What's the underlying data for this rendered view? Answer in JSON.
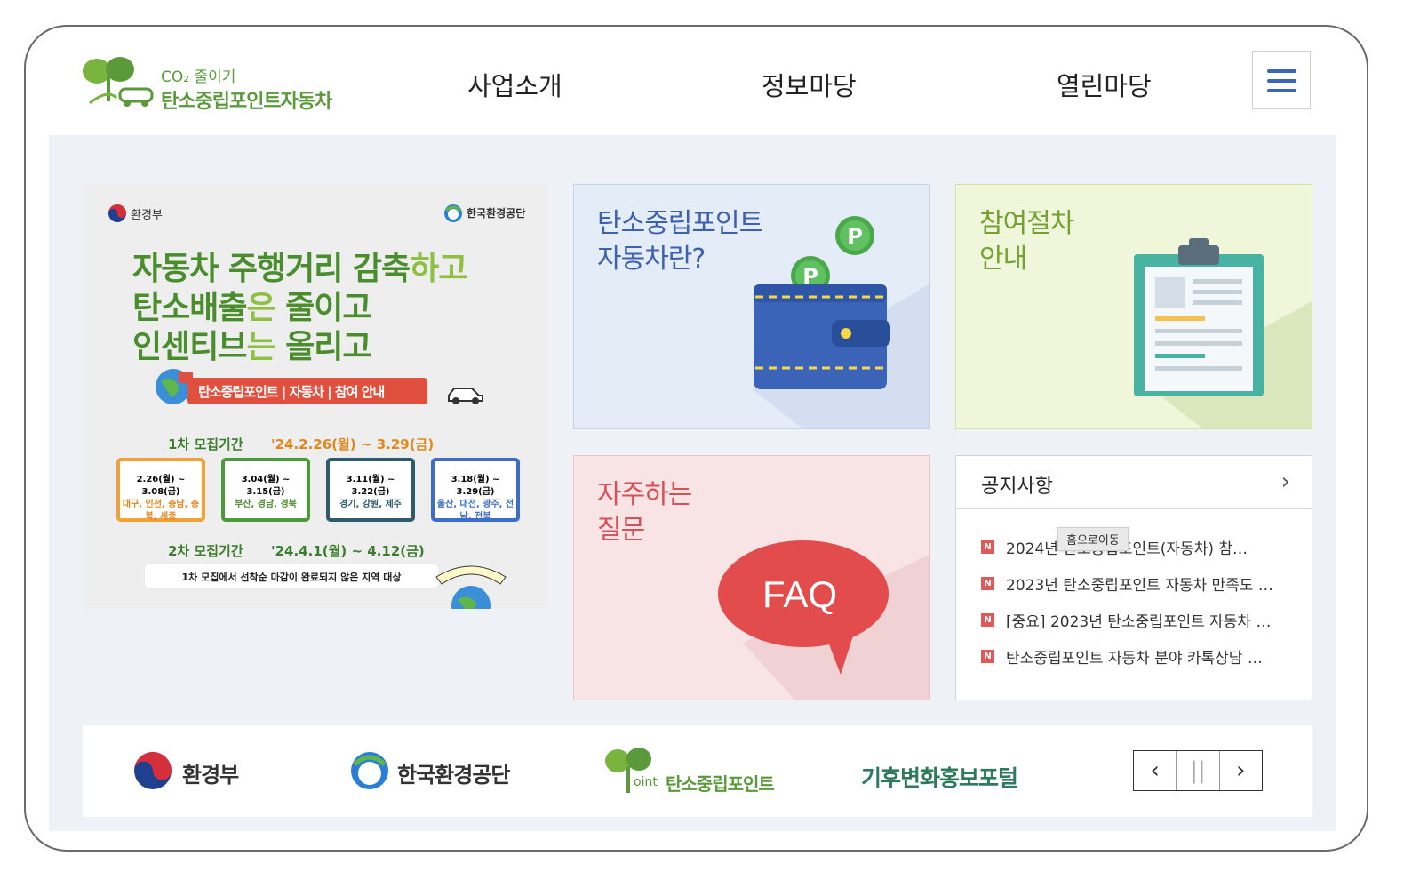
{
  "header": {
    "logo_sub": "CO₂ 줄이기",
    "logo_title": "탄소중립포인트자동차",
    "nav": [
      "사업소개",
      "정보마당",
      "열린마당"
    ]
  },
  "banner": {
    "org_left": "환경부",
    "org_right": "한국환경공단",
    "headline": [
      {
        "bold": "자동차 주행거리 감축",
        "light": "하고"
      },
      {
        "bold": "탄소배출",
        "light": "은 ",
        "bold2": "줄이고"
      },
      {
        "bold": "인센티브",
        "light": "는 ",
        "bold2": "올리고"
      }
    ],
    "pill": "탄소중립포인트 | 자동차 | 참여 안내",
    "round1_label": "1차 모집기간",
    "round1_date": "'24.2.26(월) ~ 3.29(금)",
    "round1_cards": [
      {
        "date": "2.26(월) ~ 3.08(금)",
        "region": "대구, 인천, 충남, 충북, 세종"
      },
      {
        "date": "3.04(월) ~ 3.15(금)",
        "region": "부산, 경남, 경북"
      },
      {
        "date": "3.11(월) ~ 3.22(금)",
        "region": "경기, 강원, 제주"
      },
      {
        "date": "3.18(월) ~ 3.29(금)",
        "region": "울산, 대전, 광주, 전남, 전북"
      }
    ],
    "round2_label": "2차 모집기간",
    "round2_date": "'24.4.1(월) ~ 4.12(금)",
    "round2_note": "1차 모집에서 선착순 마감이 완료되지 않은 지역 대상"
  },
  "tiles": {
    "car": {
      "line1": "탄소중립포인트",
      "line2": "자동차란?"
    },
    "proc": {
      "line1": "참여절차",
      "line2": "안내"
    },
    "faq": {
      "line1": "자주하는",
      "line2": "질문",
      "bubble": "FAQ"
    }
  },
  "notice": {
    "title": "공지사항",
    "more": "›",
    "badge": "N",
    "tooltip": "홈으로이동",
    "items": [
      "2024년 탄소중립포인트(자동차) 참…",
      "2023년 탄소중립포인트 자동차 만족도 …",
      "[중요] 2023년 탄소중립포인트 자동차 …",
      "탄소중립포인트 자동차 분야 카톡상담 …"
    ]
  },
  "footer": {
    "logos": [
      "환경부",
      "한국환경공단",
      "탄소중립포인트",
      "기후변화홍보포털"
    ],
    "point_prefix": "oint",
    "controls": {
      "prev": "‹",
      "pause": "||",
      "next": "›"
    }
  },
  "colors": {
    "brand_green": "#5a9a3a",
    "nav_blue": "#3a66b8",
    "faq_red": "#d94f55",
    "car_blue": "#3c61b0",
    "proc_green": "#73a232"
  }
}
